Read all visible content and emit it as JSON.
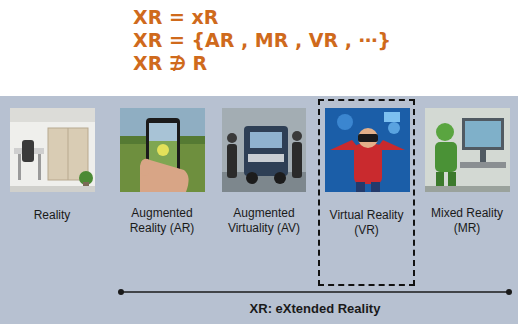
{
  "diagram": {
    "nodes": [
      {
        "text": [
          "Virtual Reality (VR)"
        ]
      }
    ],
    "labels": [
      "XR = xR",
      "XR = {AR , MR , VR , ⋯}",
      "XR ∌ R",
      "Reality",
      "Augmented Reality (AR)",
      "Augmented Virtuality (AV)",
      "Mixed Reality (MR)",
      "XR: eXtended Reality"
    ]
  }
}
